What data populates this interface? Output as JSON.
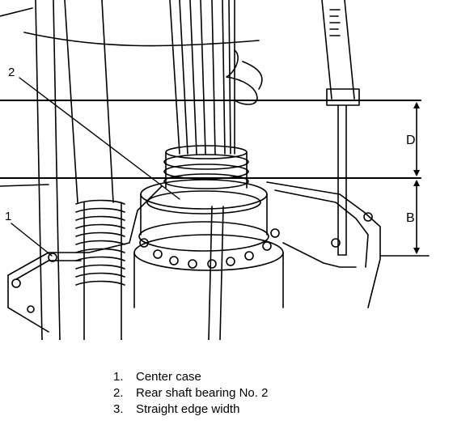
{
  "figure": {
    "callouts": {
      "center_case": "1",
      "rear_shaft_bearing": "2"
    },
    "dimensions": {
      "upper": "D",
      "lower": "B"
    }
  },
  "legend": [
    {
      "number": "1.",
      "text": "Center case"
    },
    {
      "number": "2.",
      "text": "Rear shaft bearing No. 2"
    },
    {
      "number": "3.",
      "text": "Straight edge width"
    }
  ],
  "colors": {
    "ink": "#000000",
    "paper": "#ffffff"
  }
}
